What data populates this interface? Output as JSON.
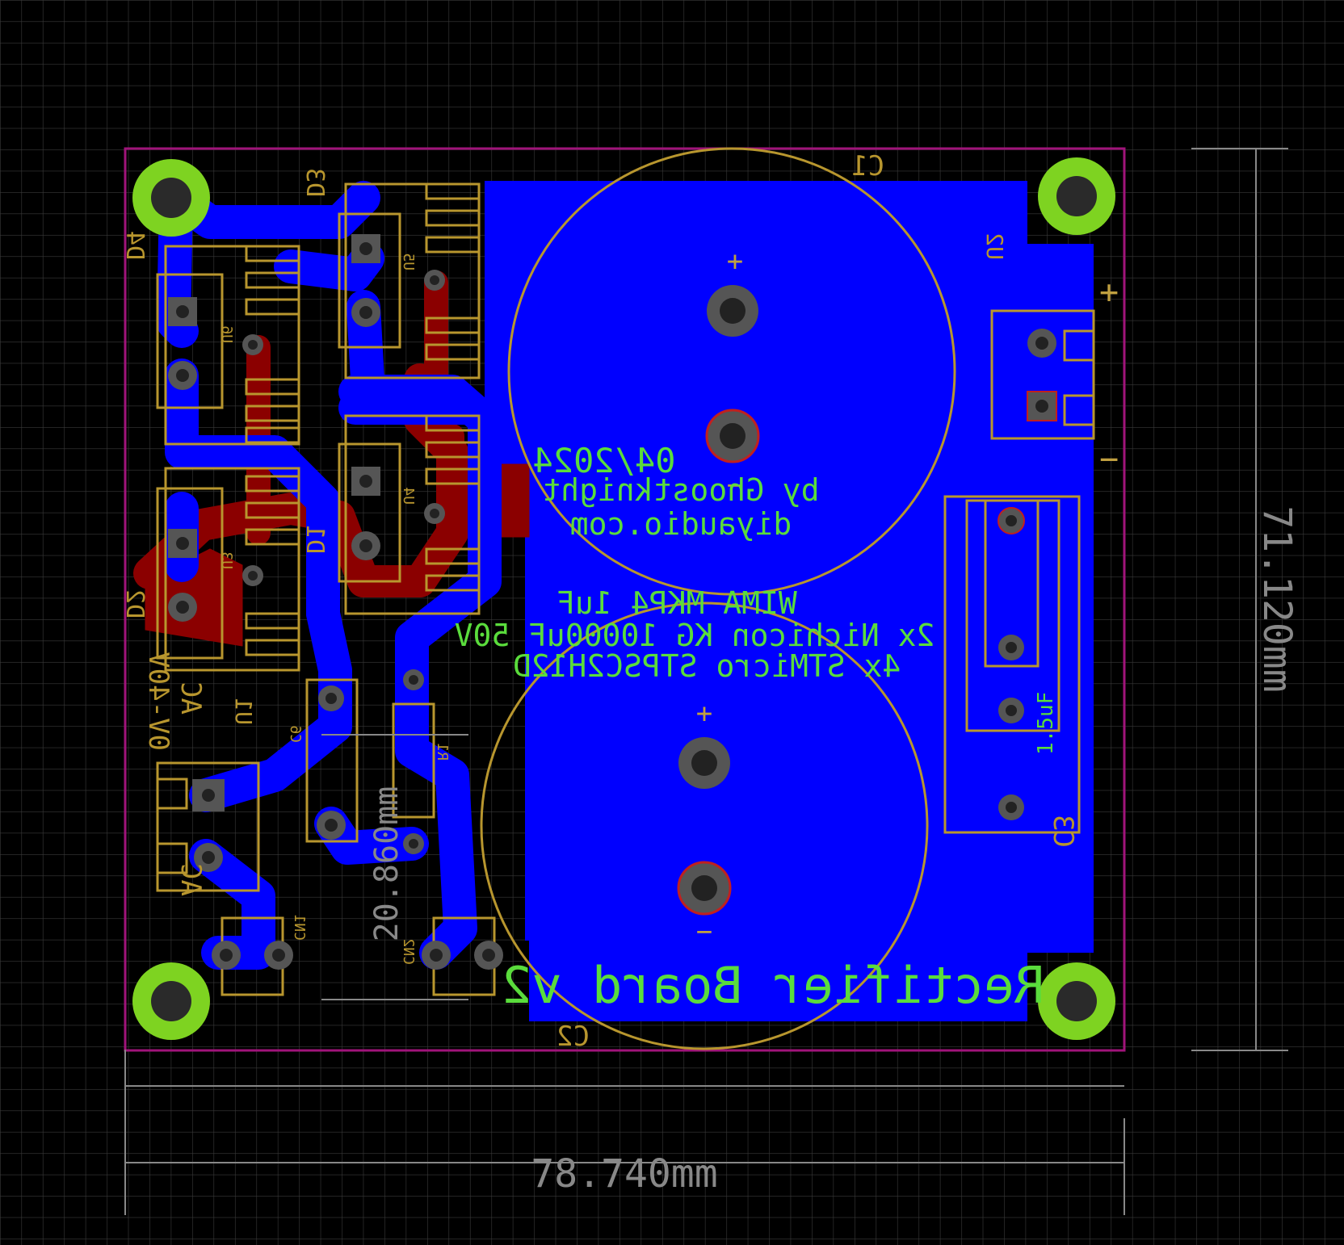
{
  "board": {
    "title": "Rectifier Board v2",
    "date": "04/2024",
    "author": "by Ghoostknight",
    "site": "diyaudio.com",
    "bom_line1": "WIMA MKP4 1uF",
    "bom_line2": "2x Nichicon KG 10000uF 50V",
    "bom_line3": "4x STMicro STPSC2H12D"
  },
  "dimensions": {
    "width_label": "78.740mm",
    "height_label": "71.120mm",
    "inner_label": "20.860mm"
  },
  "refs": {
    "c1": "C1",
    "c2": "C2",
    "c3": "C3",
    "c6": "C6",
    "u1": "U1",
    "u2": "U2",
    "u3": "U3",
    "u4": "U4",
    "u5": "U5",
    "u6": "U6",
    "d1": "D1",
    "d2": "D2",
    "d3": "D3",
    "d4": "D4",
    "r1": "R1",
    "cn1": "CN1",
    "cn2": "CN2"
  },
  "labels": {
    "ac_top": "AC",
    "ac_range": "0V-40V",
    "ac_bottom": "AC",
    "c3_value": "1.5uF",
    "plus": "+",
    "minus": "−"
  },
  "colors": {
    "background": "#000000",
    "grid": "#3a3a3a",
    "outline": "#a0147a",
    "top_copper": "#0000ff",
    "bottom_copper": "#8b0000",
    "silkscreen": "#b8962e",
    "text": "#5adc3c",
    "mount_ring": "#7ed321"
  }
}
